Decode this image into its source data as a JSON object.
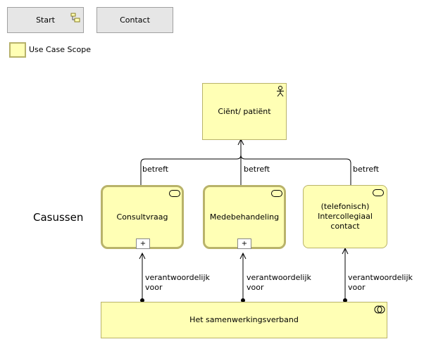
{
  "nav": {
    "start_label": "Start",
    "contact_label": "Contact"
  },
  "legend": {
    "scope_label": "Use Case Scope",
    "fill_color": "#ffffb5",
    "border_color": "#b7b26a"
  },
  "diagram": {
    "group_label": "Casussen",
    "actor": {
      "label": "Ciënt/ patiënt",
      "icon": "actor-icon"
    },
    "cases": [
      {
        "label": "Consultvraag",
        "icon": "service-icon",
        "expand": "+"
      },
      {
        "label": "Medebehandeling",
        "icon": "service-icon",
        "expand": "+"
      },
      {
        "label": "(telefonisch)\nIntercollegiaal\ncontact",
        "icon": "service-icon"
      }
    ],
    "relation_top": "betreft",
    "relation_bottom": "verantwoordelijk\nvoor",
    "collaboration": {
      "label": "Het samenwerkingsverband",
      "icon": "collaboration-icon"
    }
  }
}
